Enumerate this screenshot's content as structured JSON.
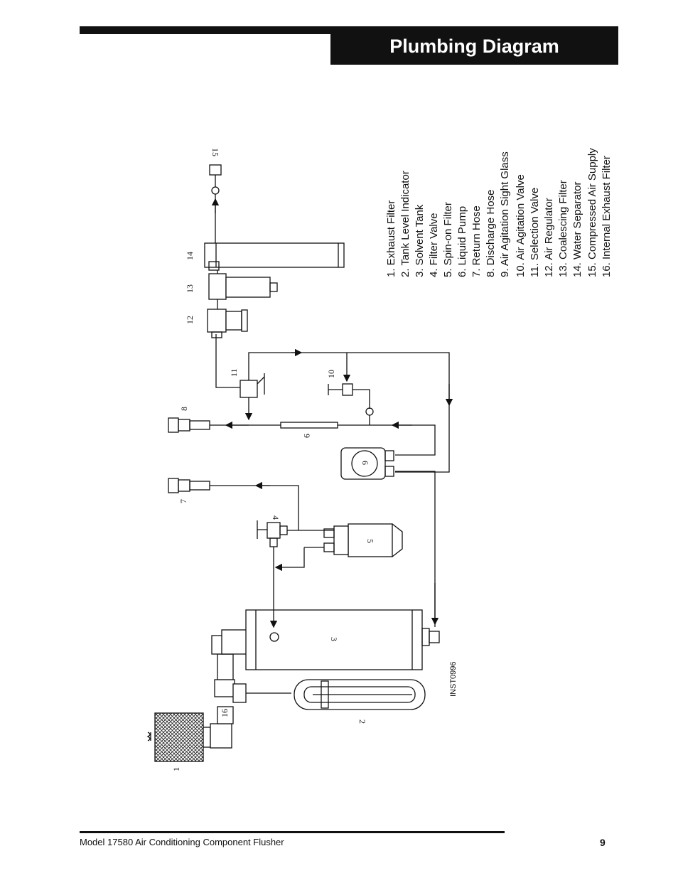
{
  "header": {
    "title": "Plumbing Diagram"
  },
  "footer": {
    "model": "Model 17580 Air Conditioning Component Flusher",
    "page_number": "9"
  },
  "diagram": {
    "drawing_id": "INST0996",
    "callouts": [
      "1",
      "2",
      "3",
      "4",
      "5",
      "6",
      "7",
      "8",
      "9",
      "10",
      "11",
      "12",
      "13",
      "14",
      "15",
      "16"
    ]
  },
  "legend": [
    "1.  Exhaust Filter",
    "2.  Tank Level Indicator",
    "3.  Solvent Tank",
    "4.  Filter Valve",
    "5.  Spin-on Filter",
    "6.  Liquid Pump",
    "7.  Return Hose",
    "8.  Discharge Hose",
    "9.  Air Agitation Sight Glass",
    "10.  Air Agitation Valve",
    "11.  Selection Valve",
    "12.  Air Regulator",
    "13.  Coalescing Filter",
    "14.  Water Separator",
    "15.  Compressed Air Supply",
    "16.  Internal Exhaust Filter"
  ]
}
